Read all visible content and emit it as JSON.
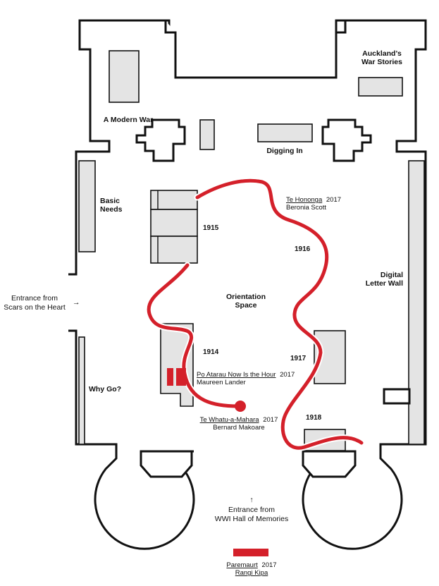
{
  "rooms": {
    "modern_war": "A Modern War",
    "auckland_line1": "Auckland’s",
    "auckland_line2": "War Stories",
    "digging_in": "Digging In",
    "basic_line1": "Basic",
    "basic_line2": "Needs",
    "orientation_line1": "Orientation",
    "orientation_line2": "Space",
    "digital_line1": "Digital",
    "digital_line2": "Letter Wall",
    "why_go": "Why Go?"
  },
  "years": {
    "y1915": "1915",
    "y1916": "1916",
    "y1914": "1914",
    "y1917": "1917",
    "y1918": "1918"
  },
  "artworks": {
    "te_hononga": {
      "title": "Te Hononga",
      "year": "2017",
      "artist": "Beronia Scott"
    },
    "po_atarau": {
      "title": "Po Atarau Now Is the Hour",
      "year": "2017",
      "artist": "Maureen Lander"
    },
    "te_whatu": {
      "title": "Te Whatu-a-Mahara",
      "year": "2017",
      "artist": "Bernard Makoare"
    },
    "paremaurt": {
      "title": "Paremaurt",
      "year": "2017",
      "artist": "Rangi Kipa"
    }
  },
  "entrances": {
    "scars_line1": "Entrance from",
    "scars_line2": "Scars on the Heart",
    "scars_arrow": "→",
    "hall_arrow": "↑",
    "hall_line1": "Entrance from",
    "hall_line2": "WWI Hall of Memories"
  },
  "colors": {
    "accent_red": "#d4202a",
    "case_gray": "#e4e4e4",
    "wall": "#111111"
  }
}
